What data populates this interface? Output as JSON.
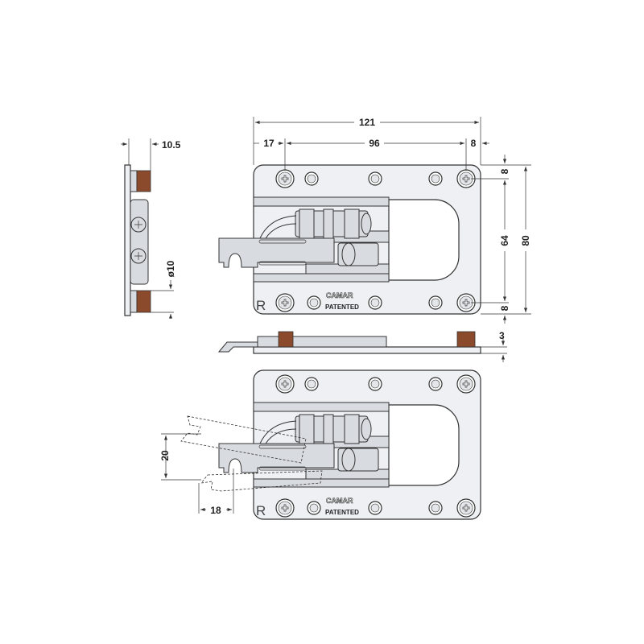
{
  "title": "CAMAR hinge connector technical drawing",
  "dimensions": {
    "overall_width": "121",
    "left_offset": "17",
    "hole_spacing": "96",
    "right_offset": "8",
    "top_offset": "8",
    "vertical_spacing": "64",
    "overall_height": "80",
    "bottom_offset": "8",
    "side_depth": "10.5",
    "stud_diameter": "ø10",
    "thickness": "3",
    "swing_height": "20",
    "swing_travel": "18"
  },
  "labels": {
    "brand": "CAMAR",
    "patented": "PATENTED",
    "side_mark": "R"
  },
  "colors": {
    "stud": "#8b4a2b",
    "plate": "#eef0f3"
  }
}
